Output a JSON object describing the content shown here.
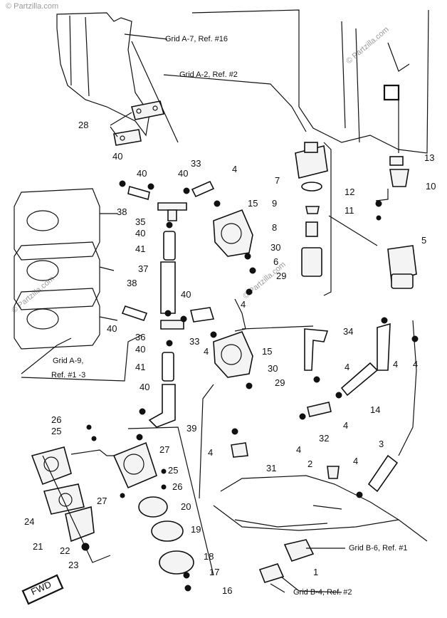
{
  "watermarks": [
    "© Partzilla.com",
    "© Partzilla.com",
    "© Partzilla.com",
    "© Partzilla.com"
  ],
  "refs": {
    "grid_a7": "Grid A-7, Ref. #16",
    "grid_a2": "Grid A-2, Ref. #2",
    "grid_a9_line1": "Grid A-9,",
    "grid_a9_line2": "Ref. #1 -3",
    "grid_b6": "Grid B-6, Ref. #1",
    "grid_b4": "Grid B-4, Ref. #2"
  },
  "fwd_badge": "FWD",
  "labels": {
    "n28": "28",
    "n40a": "40",
    "n40b": "40",
    "n40c": "40",
    "n40d": "40",
    "n40e": "40",
    "n40f": "40",
    "n40g": "40",
    "n40h": "40",
    "n33a": "33",
    "n33b": "33",
    "n4a": "4",
    "n4b": "4",
    "n4c": "4",
    "n4d": "4",
    "n4e": "4",
    "n4f": "4",
    "n4g": "4",
    "n4h": "4",
    "n4i": "4",
    "n7": "7",
    "n9": "9",
    "n8": "8",
    "n6": "6",
    "n15a": "15",
    "n15b": "15",
    "n30a": "30",
    "n30b": "30",
    "n29a": "29",
    "n29b": "29",
    "n38a": "38",
    "n38b": "38",
    "n35": "35",
    "n41a": "41",
    "n41b": "41",
    "n37": "37",
    "n36": "36",
    "n39": "39",
    "n34": "34",
    "n13": "13",
    "n10": "10",
    "n12": "12",
    "n11": "11",
    "n5": "5",
    "n14": "14",
    "n32": "32",
    "n31": "31",
    "n2": "2",
    "n3": "3",
    "n1": "1",
    "n26a": "26",
    "n26b": "26",
    "n25a": "25",
    "n25b": "25",
    "n27a": "27",
    "n27b": "27",
    "n24": "24",
    "n21": "21",
    "n22": "22",
    "n23": "23",
    "n20": "20",
    "n19": "19",
    "n18": "18",
    "n17": "17",
    "n16": "16"
  }
}
